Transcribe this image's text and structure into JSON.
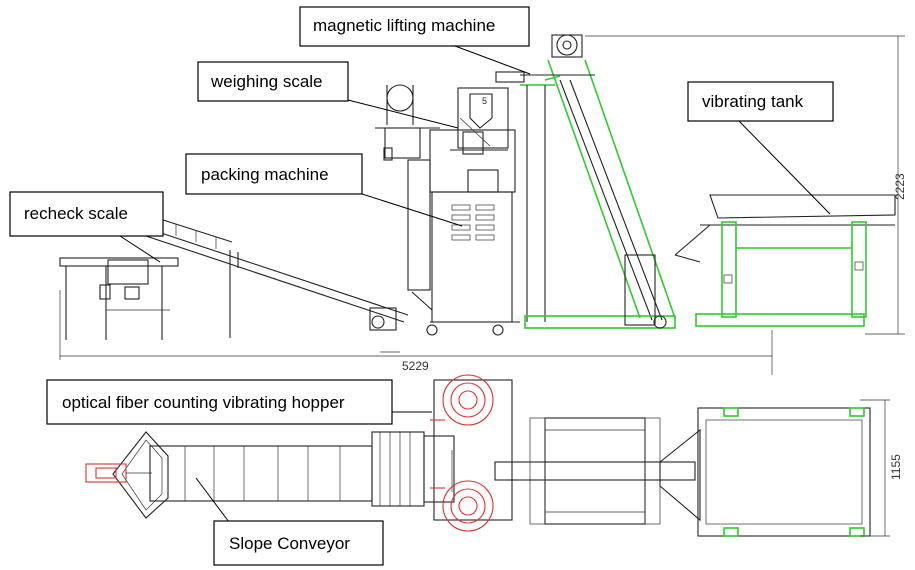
{
  "labels": {
    "magnetic_lifting_machine": "magnetic lifting machine",
    "weighing_scale": "weighing scale",
    "vibrating_tank": "vibrating tank",
    "packing_machine": "packing machine",
    "recheck_scale": "recheck scale",
    "optical_fiber_hopper": "optical fiber counting vibrating hopper",
    "slope_conveyor": "Slope Conveyor"
  },
  "dimensions": {
    "height": "2223",
    "length": "5229",
    "width": "1155"
  },
  "colors": {
    "outline": "#222222",
    "green_frame": "#2ecc2e",
    "red_hopper": "#e03030"
  }
}
